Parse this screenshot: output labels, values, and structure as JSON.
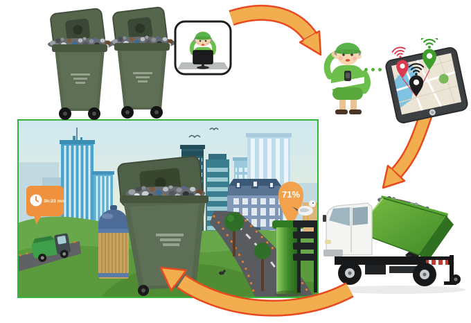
{
  "scene": {
    "fill_level_label": "71%",
    "travel_time_label": "3h:23 mn"
  },
  "palette": {
    "arrow_fill": "#F2AE4E",
    "arrow_outline": "#E8491F",
    "bin_green": "#57684F",
    "mascot_green": "#6CBF4A",
    "city_frame_green": "#35B53A",
    "bubble_orange": "#EF9240",
    "balloon_orange": "#F2A24C",
    "map_pin_red": "#D93A4E",
    "map_pin_green": "#3F9E2D",
    "map_pin_black": "#1D1D1F",
    "truck_container_green": "#55A332"
  },
  "icons": {
    "wifi": "wifi-signal",
    "clock": "clock",
    "map_pin": "location-pin",
    "ellipsis": "three-dots"
  }
}
